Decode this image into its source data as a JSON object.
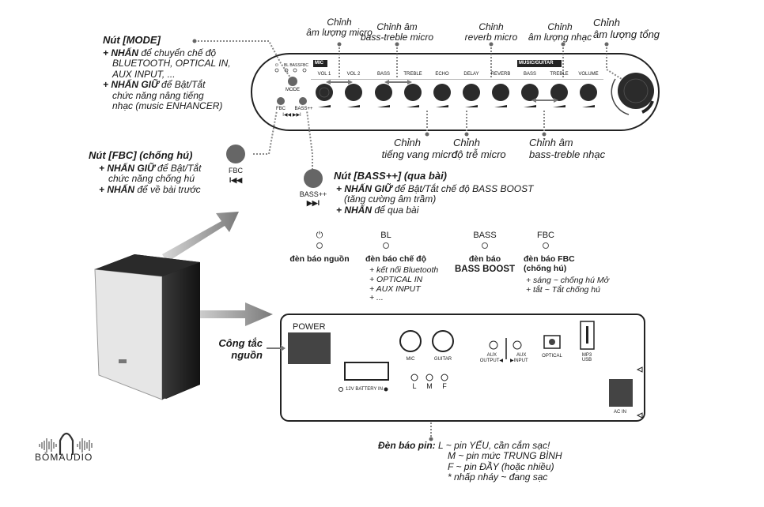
{
  "top_labels": {
    "mic_volume": [
      "Chỉnh",
      "âm lượng micro"
    ],
    "mic_bass_treble": [
      "Chỉnh âm",
      "bass-treble micro"
    ],
    "mic_reverb": [
      "Chỉnh",
      "reverb micro"
    ],
    "music_volume": [
      "Chỉnh",
      "âm lượng nhạc"
    ],
    "master_volume": [
      "Chỉnh",
      "âm lượng tổng"
    ]
  },
  "bottom_labels": {
    "mic_echo": [
      "Chỉnh",
      "tiếng vang micro"
    ],
    "mic_delay": [
      "Chỉnh",
      "độ trễ micro"
    ],
    "music_bass_treble": [
      "Chỉnh âm",
      "bass-treble nhạc"
    ]
  },
  "mode": {
    "title": "Nút [MODE]",
    "lines": [
      {
        "bold": "+ NHẤN",
        "text": " để chuyển chế độ"
      },
      {
        "bold": "",
        "text": "BLUETOOTH, OPTICAL IN,"
      },
      {
        "bold": "",
        "text": "AUX INPUT, ..."
      },
      {
        "bold": "+ NHẤN GIỮ",
        "text": " để Bật/Tắt"
      },
      {
        "bold": "",
        "text": "chức năng nâng tiếng"
      },
      {
        "bold": "",
        "text": "nhạc (music ENHANCER)"
      }
    ]
  },
  "fbc_note": {
    "title": "Nút [FBC] (chống hú)",
    "lines": [
      {
        "bold": "+ NHẤN GIỮ",
        "text": " để Bật/Tắt"
      },
      {
        "bold": "",
        "text": "chức năng chống hú"
      },
      {
        "bold": "+ NHẤN",
        "text": " để về bài trước"
      }
    ],
    "button_label": "FBC",
    "symbol": "I◀◀"
  },
  "bass_note": {
    "title": "Nút [BASS++] (qua bài)",
    "lines": [
      {
        "bold": "+ NHẤN GIỮ",
        "text": " để Bật/Tắt chế độ BASS BOOST"
      },
      {
        "bold": "",
        "text": "(tăng cường âm trầm)"
      },
      {
        "bold": "+ NHẤN",
        "text": " để qua bài"
      }
    ],
    "button_label": "BASS++",
    "symbol": "▶▶I"
  },
  "panel": {
    "mic_badge": "MIC",
    "music_badge": "MUSIC/GUITAR",
    "knobs": [
      "VOL 1",
      "VOL 2",
      "BASS",
      "TREBLE",
      "ECHO",
      "DELAY",
      "REVERB",
      "BASS",
      "TREBLE",
      "VOLUME"
    ],
    "mode_label": "MODE",
    "fbc_label": "FBC",
    "bass_label": "BASS++",
    "prev_next": "I◀◀  ▶▶I",
    "led_labels": [
      "⏻",
      "BL",
      "BASS",
      "FBC"
    ]
  },
  "indicators": {
    "power": {
      "symbol": "⏻",
      "caption": "đèn báo nguồn"
    },
    "bl": {
      "symbol": "BL",
      "caption": "đèn báo chế độ",
      "items": [
        "+ kết nối Bluetooth",
        "+ OPTICAL IN",
        "+ AUX INPUT",
        "+ ..."
      ]
    },
    "bass": {
      "symbol": "BASS",
      "caption1": "đèn báo",
      "caption2": "BASS BOOST"
    },
    "fbc": {
      "symbol": "FBC",
      "caption1": "đèn báo FBC",
      "caption2": "(chống hú)",
      "items": [
        "+ sáng ~ chống hú Mở",
        "+ tắt ~ Tắt chống hú"
      ]
    }
  },
  "rear": {
    "power": "POWER",
    "battery_in": "12V BATTERY IN",
    "mic": "MIC",
    "guitar": "GUITAR",
    "aux_output": [
      "AUX",
      "OUTPUT◀"
    ],
    "aux_input": [
      "AUX",
      "▶INPUT"
    ],
    "optical": "OPTICAL",
    "usb": [
      "MP3",
      "USB"
    ],
    "ac_in": "AC IN",
    "led_l": "L",
    "led_m": "M",
    "led_f": "F"
  },
  "power_switch": [
    "Công tắc",
    "nguồn"
  ],
  "battery_note": {
    "title": "Đèn báo pin:",
    "line1": " L ~ pin YẾU, cần cắm sạc!",
    "line2": "M ~ pin mức TRUNG BÌNH",
    "line3": "F ~ pin ĐẦY (hoặc nhiều)",
    "line4": "* nhấp nháy ~ đang sạc"
  },
  "logo": "BÒMAUDIO"
}
